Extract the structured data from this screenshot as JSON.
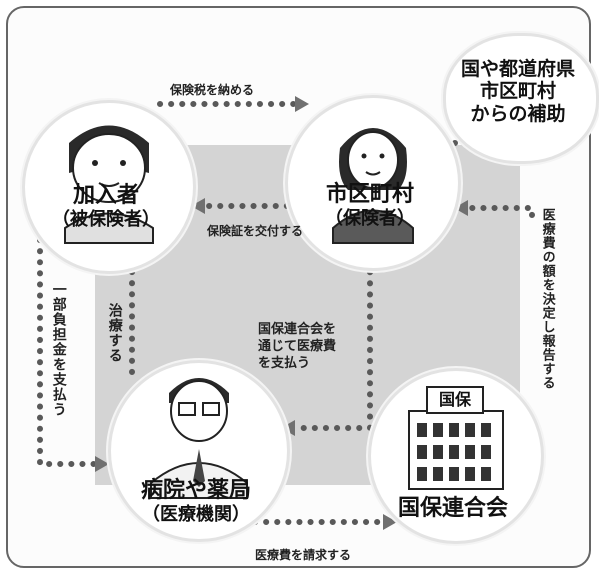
{
  "nodes": {
    "insured": {
      "name": "加入者",
      "sub": "（被保険者）"
    },
    "municipality": {
      "name": "市区町村",
      "sub": "（保険者）"
    },
    "hospital": {
      "name": "病院や薬局",
      "sub": "（医療機関）"
    },
    "federation": {
      "name": "国保連合会",
      "sign": "国保"
    },
    "subsidy": {
      "line1": "国や都道府県",
      "line2": "市区町村",
      "line3": "からの補助"
    }
  },
  "edges": {
    "pay_tax": "保険税を納める",
    "issue_card": "保険証を交付する",
    "copay": "一部負担金を支払う",
    "treatment": "治療する",
    "claim": "医療費を請求する",
    "reimburse_line1": "国保連合会を",
    "reimburse_line2": "通じて医療費",
    "reimburse_line3": "を支払う",
    "report": "医療費の額を決定し報告する"
  },
  "colors": {
    "arrow_dots": "#595959",
    "arrow_head": "#707070",
    "panel": "#d4d4d4",
    "node_fill": "#ffffff",
    "frame": "#666666"
  }
}
